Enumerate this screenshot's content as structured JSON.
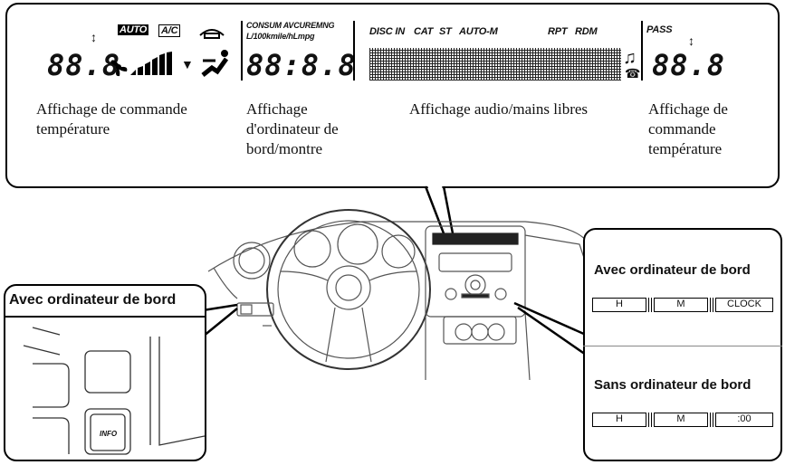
{
  "display": {
    "auto_label": "AUTO",
    "ac_label": "A/C",
    "consum_label": "CONSUM AVCUREMNG",
    "units_label": "L/100kmile/hLmpg",
    "temp_left_value": "88.8",
    "clock_value": "88:8.8",
    "temp_right_value": "88.8",
    "audio_labels": [
      "DISC IN",
      "CAT",
      "ST",
      "AUTO-M",
      "RPT",
      "RDM"
    ],
    "pass_label": "PASS",
    "captions": {
      "temp_left": "Affichage de commande température",
      "trip": "Affichage d'ordinateur de bord/montre",
      "audio": "Affichage audio/mains libres",
      "temp_right": "Affichage de commande température"
    }
  },
  "left_callout": {
    "title": "Avec ordinateur de bord",
    "info_button": "INFO"
  },
  "right_callout": {
    "with_title": "Avec ordinateur de bord",
    "with_buttons": [
      "H",
      "M",
      "CLOCK"
    ],
    "without_title": "Sans ordinateur de bord",
    "without_buttons": [
      "H",
      "M",
      ":00"
    ]
  }
}
